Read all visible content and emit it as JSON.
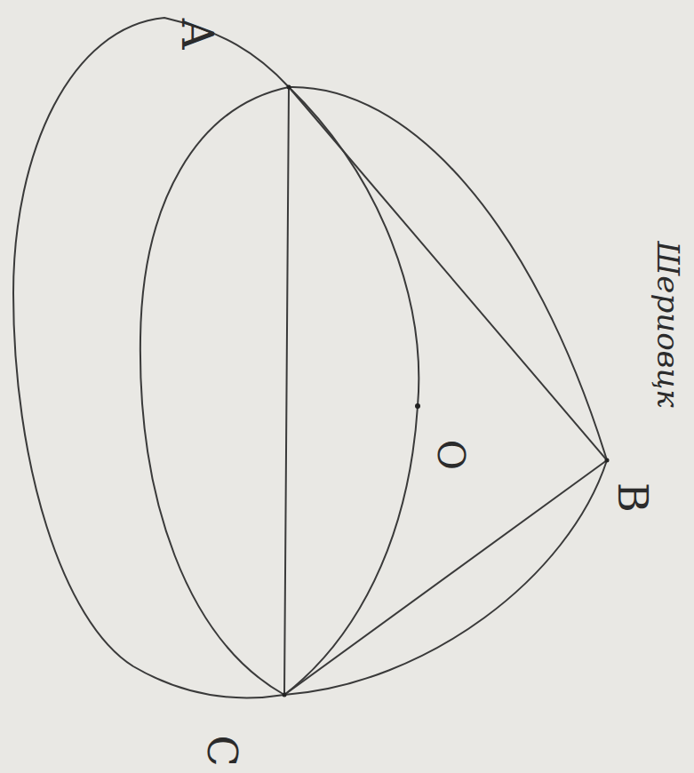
{
  "diagram": {
    "labels": [
      "A",
      "O",
      "B",
      "C",
      "Шериовцк"
    ]
  }
}
